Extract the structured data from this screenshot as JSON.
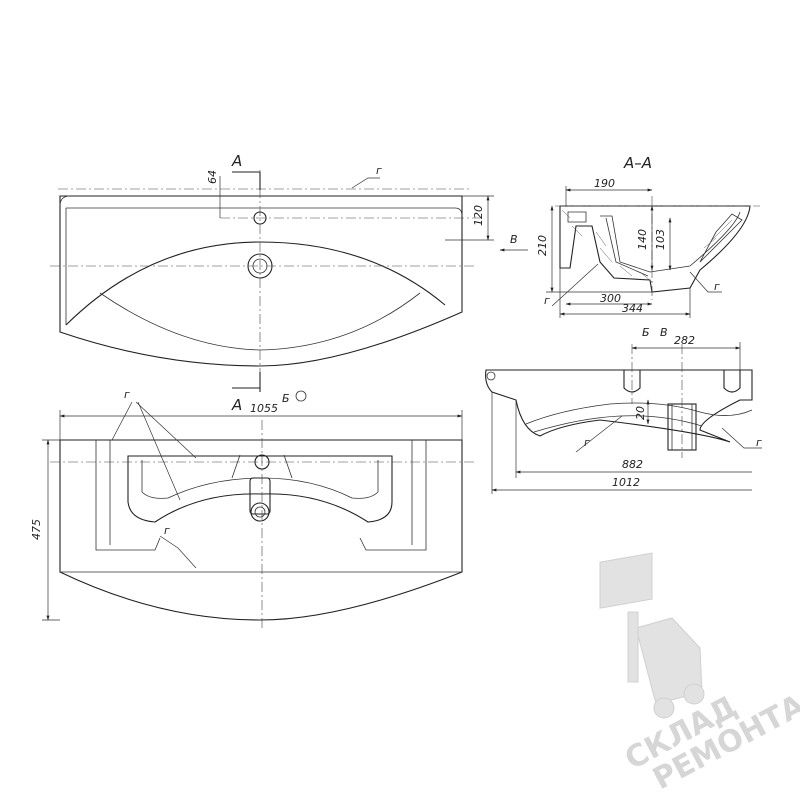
{
  "section_title": "А–А",
  "cut_marks": {
    "a_top": "А",
    "a_bottom": "А",
    "b_arrow": "Б",
    "b_view": "Б",
    "v_arrow": "В",
    "v_view": "В"
  },
  "material_marker": "г",
  "dimensions": {
    "width_top": "1055",
    "depth": "475",
    "tap_offset": "64",
    "tap_to_bowl": "120",
    "section_depth_top": "190",
    "section_height": "210",
    "section_inner_140": "140",
    "section_inner_103": "103",
    "section_300": "300",
    "section_344": "344",
    "side_282": "282",
    "side_20": "20",
    "side_882": "882",
    "side_1012": "1012"
  },
  "watermark": {
    "line1": "СКЛАД",
    "line2": "РЕМОНТА"
  }
}
